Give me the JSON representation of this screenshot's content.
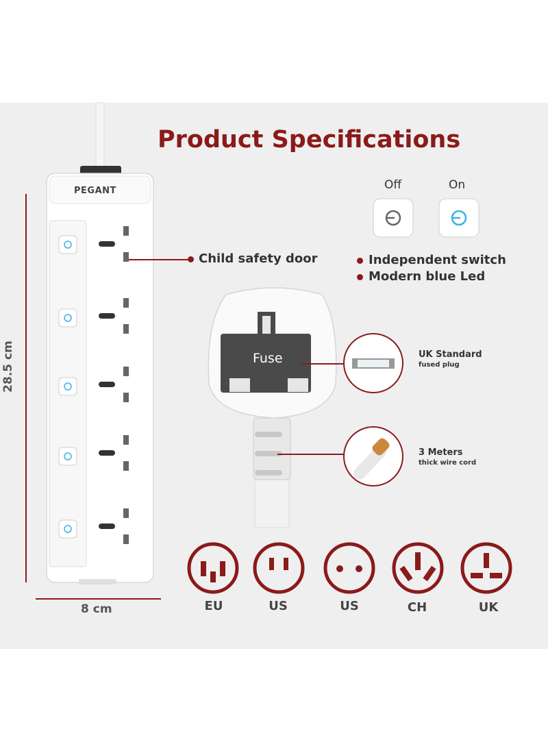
{
  "title": "Product Specifications",
  "brand": "PEGANT",
  "dimensions": {
    "height": "28.5 cm",
    "width": "8 cm"
  },
  "switch_states": {
    "off": "Off",
    "on": "On"
  },
  "callouts": {
    "child_safety": "Child safety door",
    "features": [
      "Independent switch",
      "Modern blue Led"
    ],
    "fuse_label": "Fuse",
    "plug_title": "UK Standard",
    "plug_sub": "fused plug",
    "cord_title": "3 Meters",
    "cord_sub": "thick wire cord"
  },
  "socket_types": [
    {
      "label": "EU",
      "icon": "eu-socket-icon"
    },
    {
      "label": "US",
      "icon": "us-socket-icon"
    },
    {
      "label": "US",
      "icon": "us-round-socket-icon"
    },
    {
      "label": "CH",
      "icon": "ch-socket-icon"
    },
    {
      "label": "UK",
      "icon": "uk-socket-icon"
    }
  ],
  "colors": {
    "accent": "#8b1a1a",
    "led": "#3ab0e8",
    "panel": "#efefef"
  }
}
